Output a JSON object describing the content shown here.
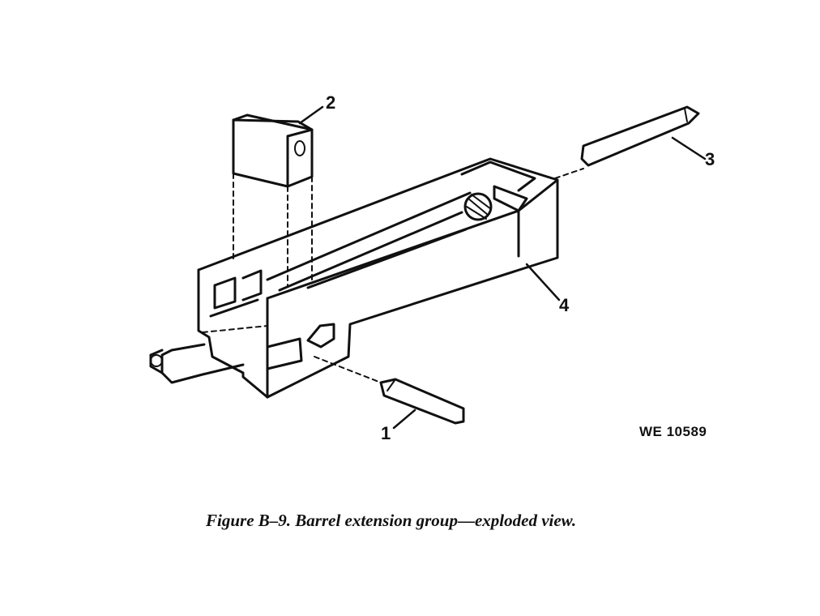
{
  "figure": {
    "callouts": {
      "c1": "1",
      "c2": "2",
      "c3": "3",
      "c4": "4"
    },
    "reference_code": "WE 10589",
    "caption": "Figure B–9. Barrel extension group—exploded view."
  },
  "parts": [
    {
      "callout": "1",
      "shape": "pin"
    },
    {
      "callout": "2",
      "shape": "block"
    },
    {
      "callout": "3",
      "shape": "pin"
    },
    {
      "callout": "4",
      "shape": "barrel-extension"
    }
  ]
}
